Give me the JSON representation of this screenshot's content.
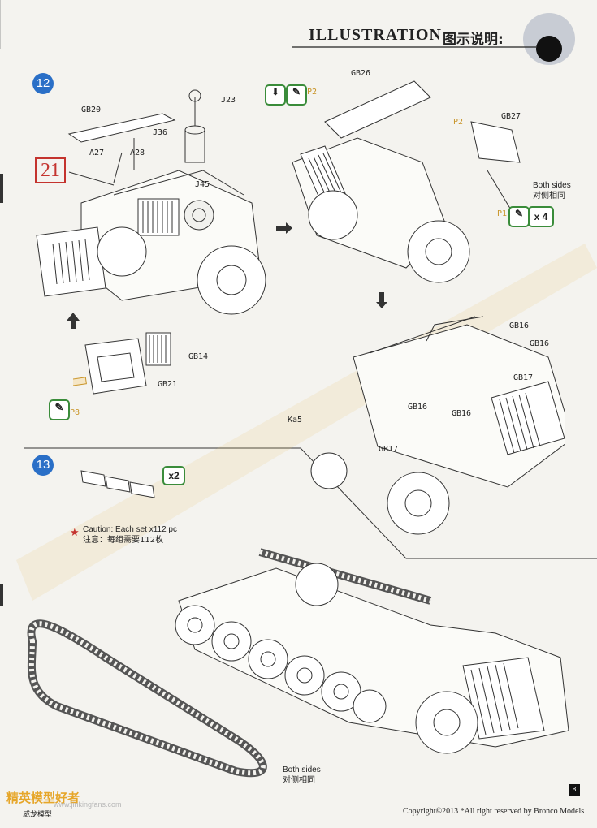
{
  "header": {
    "title": "ILLUSTRATION",
    "title_cn": "图示说明:"
  },
  "step12": {
    "number": "12",
    "ref_box": "21",
    "parts": {
      "gb20": "GB20",
      "a27": "A27",
      "a28": "A28",
      "j23": "J23",
      "j36": "J36",
      "j45": "J45",
      "gb14": "GB14",
      "gb21": "GB21",
      "p8": "P8",
      "gb26": "GB26",
      "p2a": "P2",
      "p2b": "P2",
      "gb27": "GB27",
      "p1": "P1",
      "gb16a": "GB16",
      "gb16b": "GB16",
      "gb16c": "GB16",
      "gb16d": "GB16",
      "gb17a": "GB17",
      "gb17b": "GB17",
      "ka5": "Ka5"
    },
    "both_sides": "Both sides",
    "both_sides_cn": "对侧相同",
    "count_badge": "x 4"
  },
  "step13": {
    "number": "13",
    "set_badge": "x2",
    "caution": "Caution: Each set x112 pc",
    "caution_cn": "注意：每组需要112枚",
    "both_sides": "Both sides",
    "both_sides_cn": "对侧相同"
  },
  "watermark": {
    "site": "精英模型好者",
    "url": "www.jinkingfans.com"
  },
  "footer": {
    "brand_cn": "威龙模型",
    "copyright": "Copyright©2013  *All right reserved by Bronco Models",
    "page_number": "8"
  },
  "colors": {
    "step_circle": "#2a6fc7",
    "paint_badge_border": "#3a8c3a",
    "paint_label": "#c9952a",
    "ref_box": "#c4332e",
    "watermark": "#e6a62a"
  }
}
